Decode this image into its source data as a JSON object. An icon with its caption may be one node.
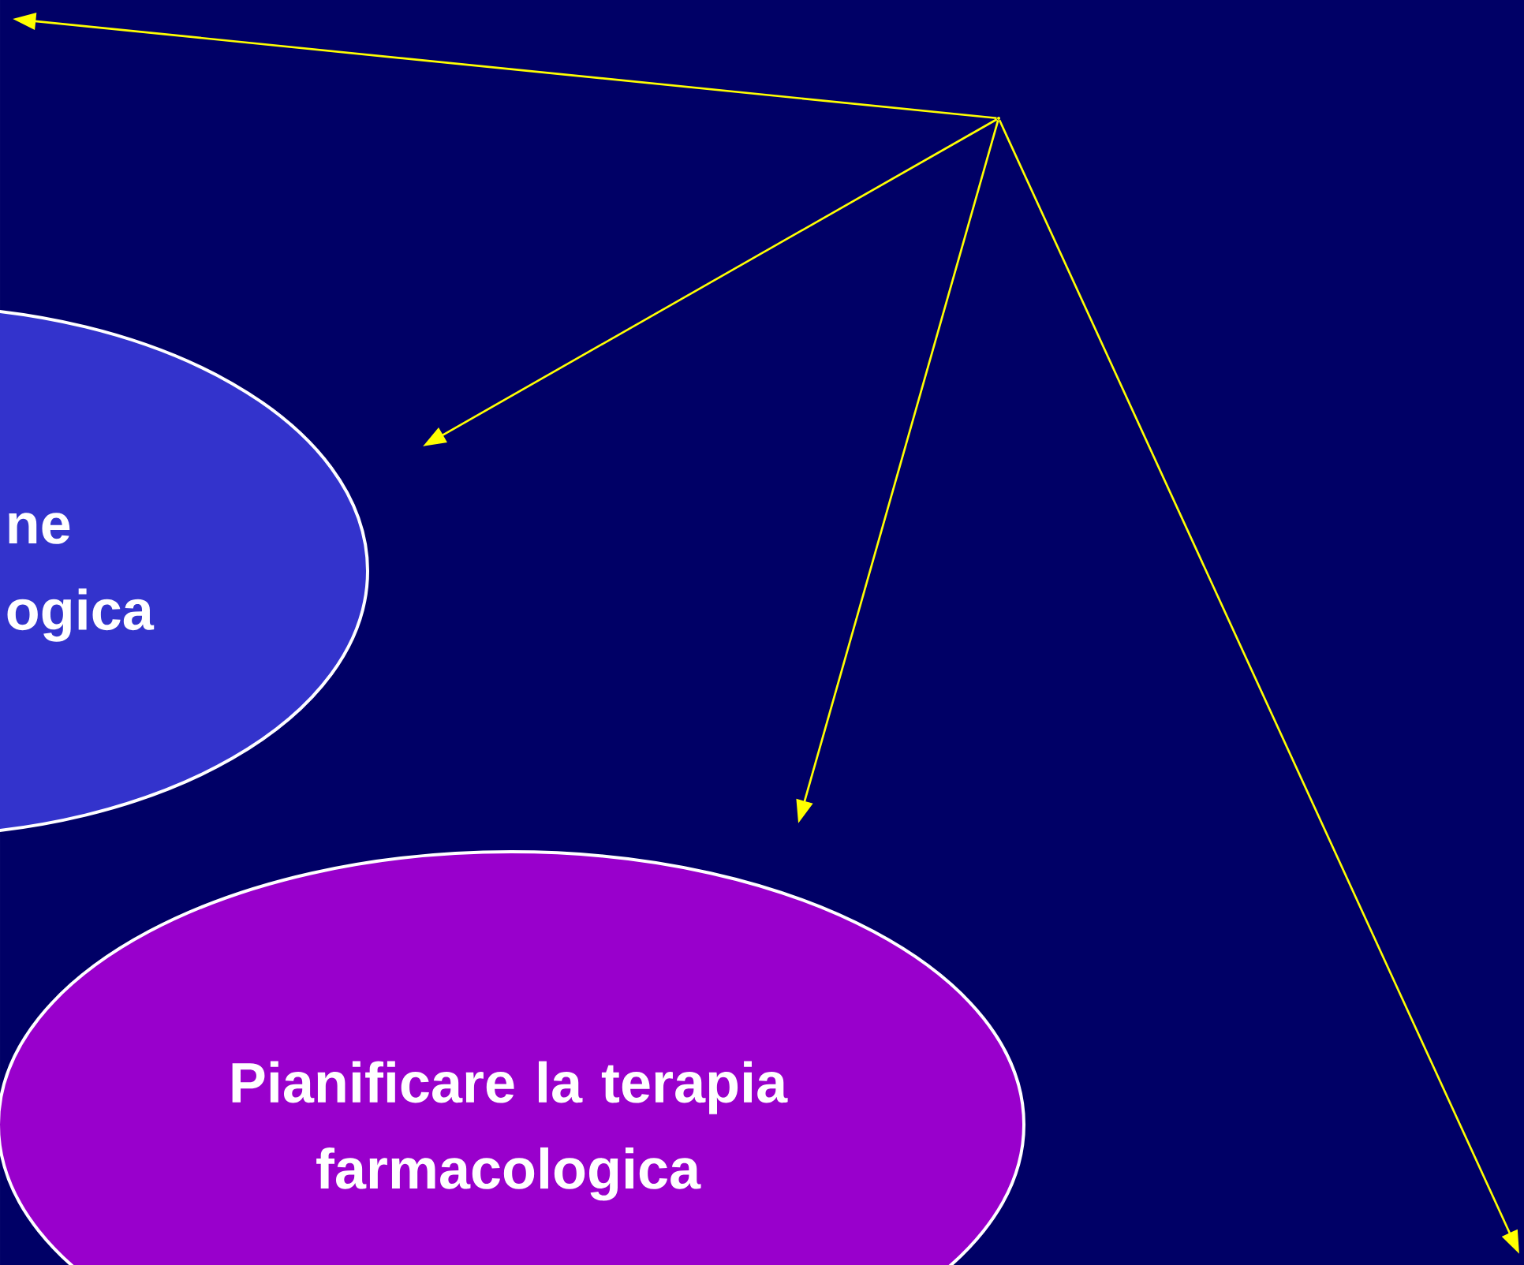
{
  "diagram": {
    "nodes": [
      {
        "text": [
          "ne ogica"
        ]
      },
      {
        "text": [
          "Pianificare la terapia farmacologica"
        ]
      },
      {
        "text": [],
        "shape": "point"
      }
    ],
    "edges": [
      {
        "from": 2,
        "to": null,
        "arrow": "to"
      },
      {
        "from": 2,
        "to": 0,
        "arrow": "to"
      },
      {
        "from": 2,
        "to": 1,
        "arrow": "to"
      },
      {
        "from": 2,
        "to": null,
        "arrow": "to"
      }
    ]
  }
}
